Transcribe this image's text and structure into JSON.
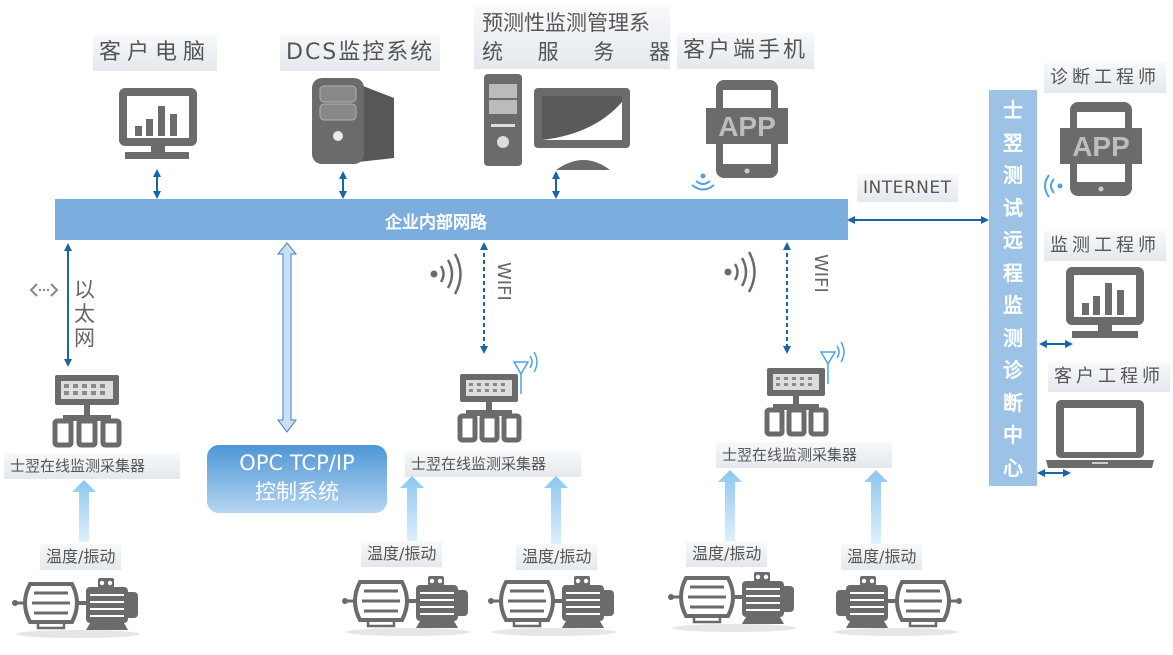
{
  "top_devices": [
    {
      "label": "客户电脑",
      "icon": "monitor-chart-icon"
    },
    {
      "label": "DCS监控系统",
      "icon": "server-tower-icon"
    },
    {
      "label_line1": "预测性监测管理系",
      "label_line2": "统 服 务 器",
      "icon": "desktop-pc-icon"
    },
    {
      "label": "客户端手机",
      "icon": "mobile-app-icon",
      "app_text": "APP"
    }
  ],
  "network_bus": {
    "label": "企业内部网路",
    "color": "#7badde"
  },
  "internet": {
    "label": "INTERNET"
  },
  "center": {
    "label_chars": [
      "士",
      "翌",
      "测",
      "试",
      "远",
      "程",
      "监",
      "测",
      "诊",
      "断",
      "中",
      "心"
    ],
    "color": "#9cc3e6"
  },
  "engineers": [
    {
      "label": "诊断工程师",
      "icon": "mobile-app-icon",
      "app_text": "APP"
    },
    {
      "label": "监测工程师",
      "icon": "monitor-chart-icon"
    },
    {
      "label": "客户工程师",
      "icon": "laptop-icon"
    }
  ],
  "links": {
    "ethernet": "以太网",
    "wifi": "WIFI"
  },
  "opc": {
    "line1": "OPC TCP/IP",
    "line2": "控制系统"
  },
  "collectors": [
    {
      "label": "士翌在线监测采集器",
      "connection": "ethernet"
    },
    {
      "label": "士翌在线监测采集器",
      "connection": "wifi"
    },
    {
      "label": "士翌在线监测采集器",
      "connection": "wifi"
    }
  ],
  "sensors": [
    {
      "label": "温度/振动"
    },
    {
      "label": "温度/振动"
    },
    {
      "label": "温度/振动"
    },
    {
      "label": "温度/振动"
    },
    {
      "label": "温度/振动"
    }
  ],
  "colors": {
    "arrow": "#1a64a8",
    "icon_gray": "#6b6b6b",
    "light_arrow": "#9fd0f2"
  }
}
